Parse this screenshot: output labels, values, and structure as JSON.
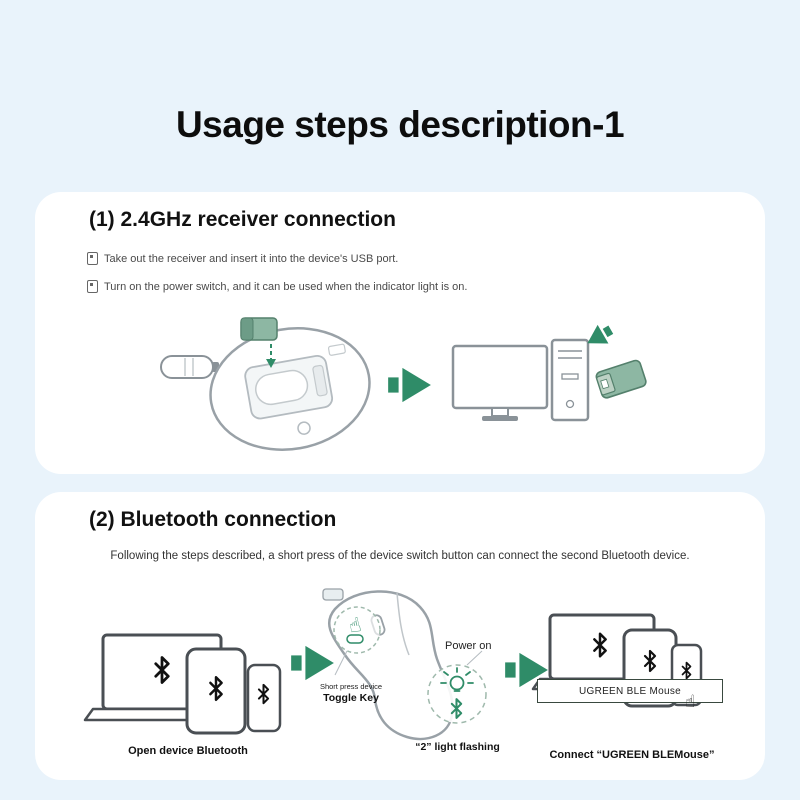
{
  "title": "Usage steps description-1",
  "colors": {
    "background": "#e9f3fb",
    "card": "#ffffff",
    "accent_green": "#2f8c68",
    "receiver_green": "#8db7a3",
    "receiver_green_dark": "#54806c",
    "outline_gray": "#99a1a7",
    "device_outline": "#4a4f54",
    "text_dark": "#111111"
  },
  "icons": {
    "tap_hand": "☝",
    "cursor_hand": "☝"
  },
  "section1": {
    "heading": "(1) 2.4GHz receiver connection",
    "bullets": [
      "Take out the receiver and insert it into the device's USB port.",
      "Turn on the power switch, and it can be used when the indicator light is on."
    ]
  },
  "section2": {
    "heading": "(2) Bluetooth connection",
    "description": "Following the steps described, a short press of the device switch button can connect the second Bluetooth device.",
    "labels": {
      "open_bluetooth": "Open device Bluetooth",
      "short_press": "Short press device",
      "toggle_key": "Toggle Key",
      "power_on": "Power on",
      "light_flashing": "“2” light flashing",
      "device_banner": "UGREEN BLE Mouse",
      "connect": "Connect “UGREEN BLEMouse”"
    }
  }
}
